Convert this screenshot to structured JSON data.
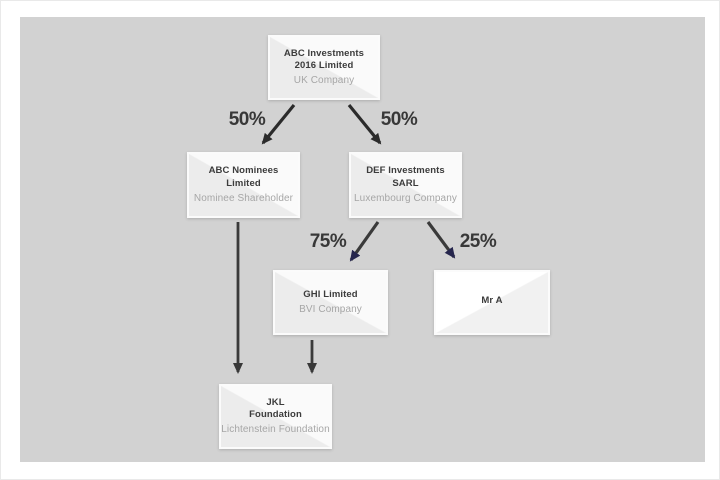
{
  "canvas": {
    "background": "#d2d2d2",
    "page_background": "#ffffff"
  },
  "colors": {
    "arrow_dark": "#2b2b2b",
    "arrow_gray": "#3a3a3a",
    "arrowhead_navy": "#26264d",
    "node_title_text": "#3c3c3c",
    "node_subtitle_text": "#a6a6a6",
    "percent_text": "#383838"
  },
  "nodes": [
    {
      "id": "abc-investments",
      "name": "ABC Investments\n2016 Limited",
      "subtitle": "UK Company"
    },
    {
      "id": "abc-nominees",
      "name": "ABC Nominees\nLimited",
      "subtitle": "Nominee Shareholder"
    },
    {
      "id": "def-investments",
      "name": "DEF Investments\nSARL",
      "subtitle": "Luxembourg Company"
    },
    {
      "id": "ghi-limited",
      "name": "GHI Limited",
      "subtitle": "BVI Company"
    },
    {
      "id": "mr-a",
      "name": "Mr A",
      "subtitle": ""
    },
    {
      "id": "jkl-foundation",
      "name": "JKL\nFoundation",
      "subtitle": "Lichtenstein Foundation"
    }
  ],
  "edges": [
    {
      "from": "abc-investments",
      "to": "abc-nominees",
      "label": "50%"
    },
    {
      "from": "abc-investments",
      "to": "def-investments",
      "label": "50%"
    },
    {
      "from": "def-investments",
      "to": "ghi-limited",
      "label": "75%"
    },
    {
      "from": "def-investments",
      "to": "mr-a",
      "label": "25%"
    },
    {
      "from": "abc-nominees",
      "to": "jkl-foundation",
      "label": ""
    },
    {
      "from": "ghi-limited",
      "to": "jkl-foundation",
      "label": ""
    }
  ]
}
